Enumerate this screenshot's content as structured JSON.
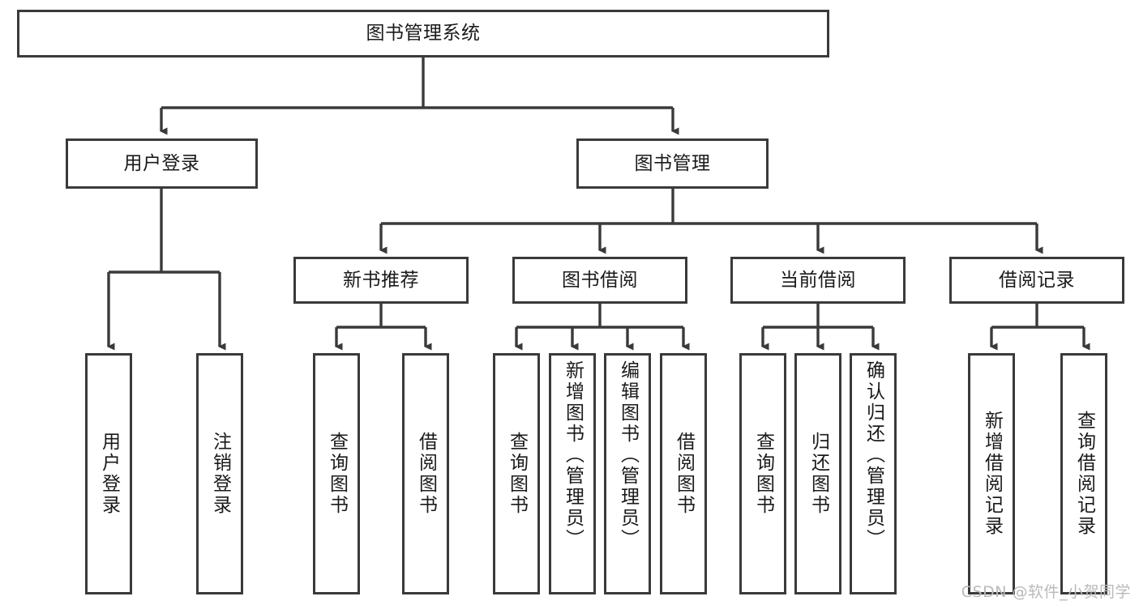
{
  "diagram": {
    "title": "图书管理系统",
    "type": "tree-hierarchy-diagram",
    "watermark": "CSDN @软件_小贺同学",
    "colors": {
      "box_border": "#3a3a3a",
      "box_fill": "#ffffff",
      "connector": "#3a3a3a",
      "text": "#1a1a1a",
      "watermark_text": "#b9b9b9",
      "background": "#ffffff"
    },
    "root": {
      "label": "图书管理系统"
    },
    "level2": [
      {
        "label": "用户登录"
      },
      {
        "label": "图书管理"
      }
    ],
    "level3": [
      {
        "label": "新书推荐"
      },
      {
        "label": "图书借阅"
      },
      {
        "label": "当前借阅"
      },
      {
        "label": "借阅记录"
      }
    ],
    "leaves": {
      "user_login": [
        {
          "label": "用户登录"
        },
        {
          "label": "注销登录"
        }
      ],
      "new_book_recommend": [
        {
          "label": "查询图书"
        },
        {
          "label": "借阅图书"
        }
      ],
      "book_borrow": [
        {
          "label": "查询图书"
        },
        {
          "label": "新增图书（管理员）"
        },
        {
          "label": "编辑图书（管理员）"
        },
        {
          "label": "借阅图书"
        }
      ],
      "current_borrow": [
        {
          "label": "查询图书"
        },
        {
          "label": "归还图书"
        },
        {
          "label": "确认归还（管理员）"
        }
      ],
      "borrow_record": [
        {
          "label": "新增借阅记录"
        },
        {
          "label": "查询借阅记录"
        }
      ]
    }
  }
}
